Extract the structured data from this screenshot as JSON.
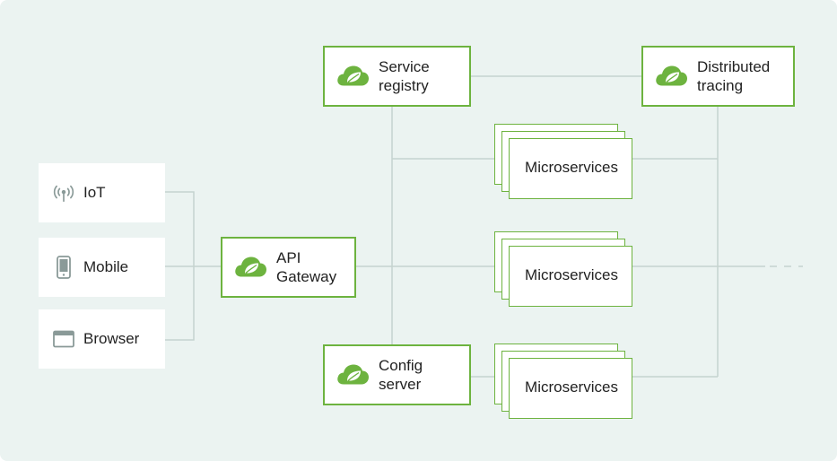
{
  "clients": [
    {
      "label": "IoT",
      "icon": "antenna-icon"
    },
    {
      "label": "Mobile",
      "icon": "mobile-phone-icon"
    },
    {
      "label": "Browser",
      "icon": "browser-window-icon"
    }
  ],
  "gateway": {
    "label": "API\nGateway",
    "icon": "spring-leaf-icon"
  },
  "registry": {
    "label": "Service\nregistry",
    "icon": "spring-leaf-icon"
  },
  "config": {
    "label": "Config\nserver",
    "icon": "spring-leaf-icon"
  },
  "tracing": {
    "label": "Distributed\ntracing",
    "icon": "spring-leaf-icon"
  },
  "microservices": [
    {
      "label": "Microservices"
    },
    {
      "label": "Microservices"
    },
    {
      "label": "Microservices"
    }
  ],
  "colors": {
    "accent": "#6db33f",
    "background": "#ebf3f1",
    "connector": "#c9d6d2",
    "icon_gray": "#8a9a98"
  }
}
